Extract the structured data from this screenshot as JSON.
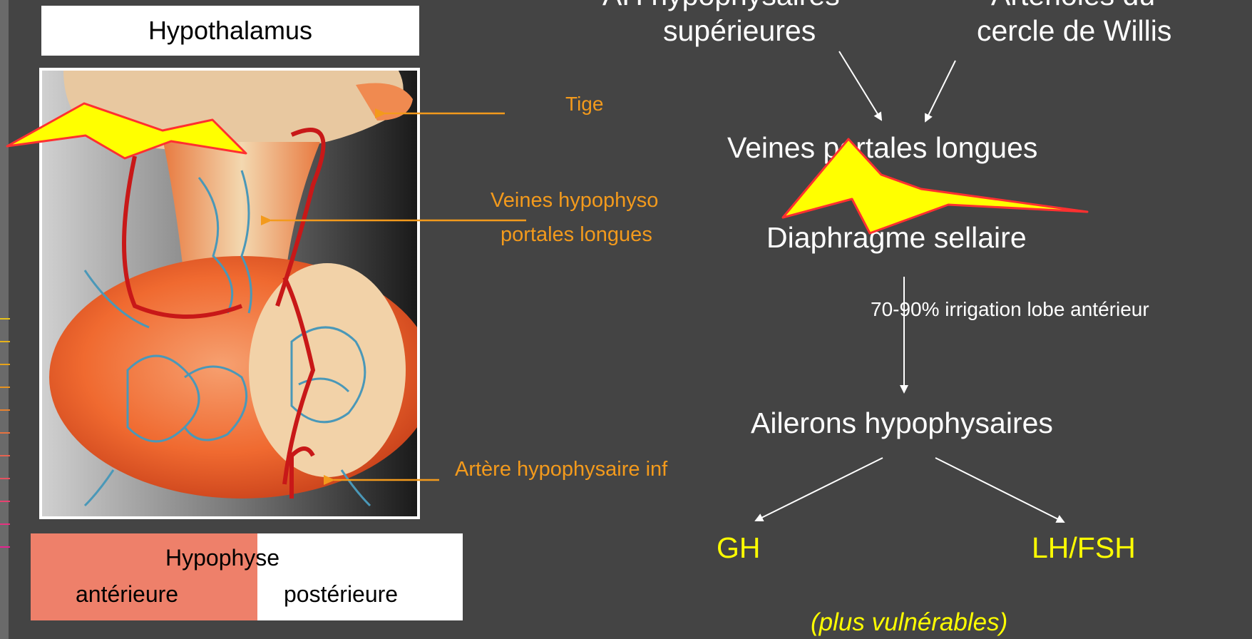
{
  "left": {
    "hypothalamus_label": "Hypothalamus",
    "hypophyse_label": "Hypophyse",
    "anterior_label": "antérieure",
    "posterior_label": "postérieure",
    "annotations": {
      "tige": "Tige",
      "veines_line1": "Veines hypophyso",
      "veines_line2": "portales longues",
      "artere": "Artère hypophysaire inf"
    }
  },
  "flow": {
    "top_left_line1": "AH hypophysaires",
    "top_left_line2": "supérieures",
    "top_right_line1": "Artérioles du",
    "top_right_line2": "cercle de Willis",
    "veines": "Veines portales longues",
    "diaphragme": "Diaphragme sellaire",
    "irrigation": "70-90% irrigation lobe antérieur",
    "ailerons": "Ailerons hypophysaires",
    "gh": "GH",
    "lhfsh": "LH/FSH",
    "vulnerables": "(plus vulnérables)"
  },
  "colors": {
    "background": "#444444",
    "annotation_orange": "#f39a1c",
    "highlight_yellow": "#ffff00",
    "anterior_fill": "#ee806a",
    "lightning_fill": "#ffff00",
    "lightning_stroke": "#ff3030"
  }
}
